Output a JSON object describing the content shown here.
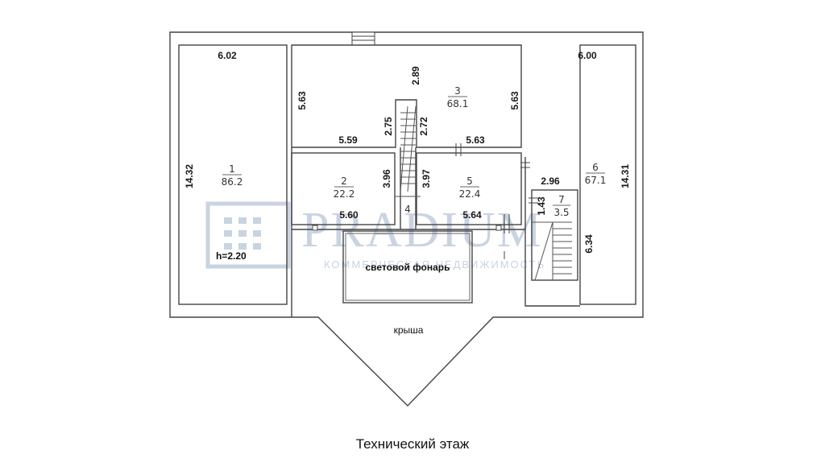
{
  "watermark": {
    "brand": "PRADIUM",
    "tagline": "КОММЕРЧЕСКАЯ НЕДВИЖИМОСТЬ"
  },
  "rooms": [
    {
      "number": "1",
      "area": "86.2"
    },
    {
      "number": "2",
      "area": "22.2"
    },
    {
      "number": "3",
      "area": "68.1"
    },
    {
      "number": "4",
      "area": ""
    },
    {
      "number": "5",
      "area": "22.4"
    },
    {
      "number": "6",
      "area": "67.1"
    },
    {
      "number": "7",
      "area": "3.5"
    }
  ],
  "dimensions": {
    "r1_width": "6.02",
    "r1_length": "14.32",
    "r3_height_left": "5.63",
    "r3_top": "2.89",
    "r3_height_right": "5.63",
    "r3_bottom_left": "5.59",
    "stair_left": "2.75",
    "stair_right": "2.72",
    "r3_bottom_right": "5.63",
    "r2_side": "3.96",
    "r5_side": "3.97",
    "r2_bottom": "5.60",
    "r5_bottom": "5.64",
    "r6_width": "6.00",
    "r6_length": "14.31",
    "r7_top": "2.96",
    "r7_side": "1.43",
    "stair2_length": "6.34"
  },
  "labels": {
    "ceiling_height": "h=2.20",
    "skylight": "световой фонарь",
    "roof": "крыша"
  },
  "caption": "Технический этаж"
}
